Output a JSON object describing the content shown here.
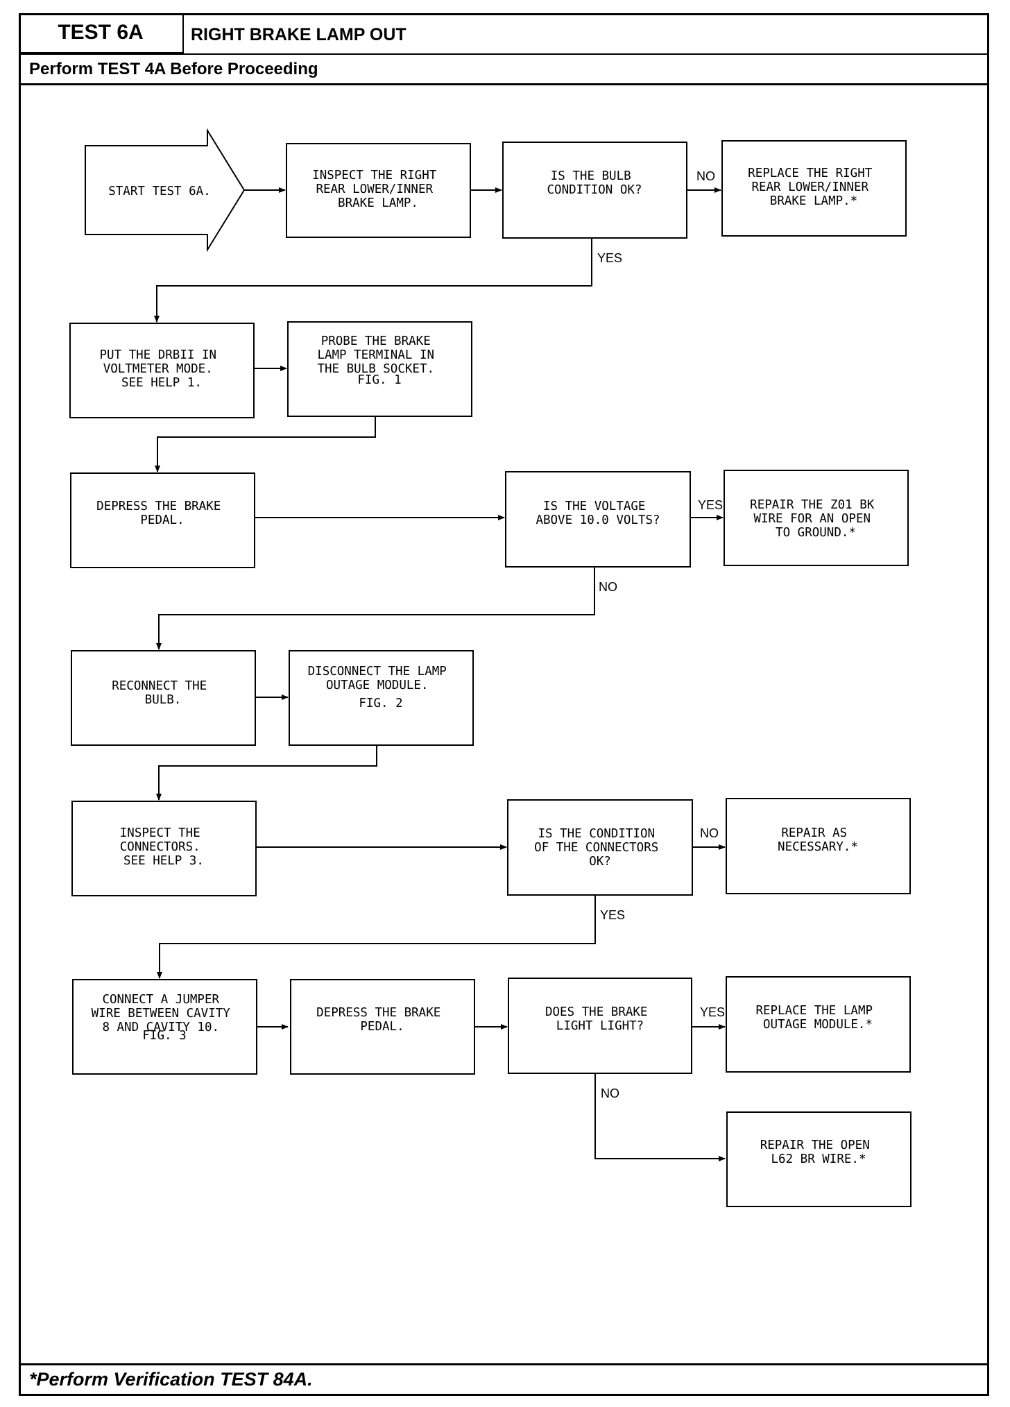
{
  "header": {
    "test_id": "TEST 6A",
    "title": "RIGHT BRAKE LAMP OUT",
    "prerequisite": "Perform TEST 4A Before Proceeding"
  },
  "footer": {
    "note": "*Perform Verification TEST 84A."
  },
  "steps": {
    "start": [
      "START TEST 6A."
    ],
    "inspect_lamp": [
      "INSPECT THE RIGHT",
      "REAR LOWER/INNER",
      "BRAKE LAMP."
    ],
    "bulb_ok": [
      "IS THE BULB",
      "CONDITION OK?"
    ],
    "replace_lamp": [
      "REPLACE THE RIGHT",
      "REAR LOWER/INNER",
      "BRAKE LAMP.*"
    ],
    "drbii": [
      "PUT THE DRBII IN",
      "VOLTMETER MODE.",
      "SEE HELP 1."
    ],
    "probe": [
      "PROBE THE BRAKE",
      "LAMP TERMINAL IN",
      "THE BULB SOCKET.",
      "",
      "FIG. 1"
    ],
    "depress1": [
      "DEPRESS THE BRAKE",
      "PEDAL."
    ],
    "voltage": [
      "IS THE VOLTAGE",
      "ABOVE 10.0 VOLTS?"
    ],
    "repair_z01": [
      "REPAIR THE Z01 BK",
      "WIRE FOR AN OPEN",
      "TO GROUND.*"
    ],
    "reconnect": [
      "RECONNECT THE",
      "BULB."
    ],
    "disconnect": [
      "DISCONNECT THE LAMP",
      "OUTAGE MODULE.",
      "",
      "FIG. 2"
    ],
    "inspect_conn": [
      "INSPECT THE",
      "CONNECTORS.",
      "SEE HELP 3."
    ],
    "conn_ok": [
      "IS THE CONDITION",
      "OF THE CONNECTORS",
      "OK?"
    ],
    "repair_nec": [
      "REPAIR AS",
      "NECESSARY.*"
    ],
    "jumper": [
      "CONNECT A JUMPER",
      "WIRE BETWEEN CAVITY",
      "8 AND CAVITY 10.",
      "",
      "FIG. 3"
    ],
    "depress2": [
      "DEPRESS THE BRAKE",
      "PEDAL."
    ],
    "light": [
      "DOES THE BRAKE",
      "LIGHT LIGHT?"
    ],
    "replace_module": [
      "REPLACE THE LAMP",
      "OUTAGE MODULE.*"
    ],
    "repair_l62": [
      "REPAIR THE OPEN",
      "L62 BR WIRE.*"
    ]
  },
  "branch_labels": {
    "no": "NO",
    "yes": "YES"
  }
}
